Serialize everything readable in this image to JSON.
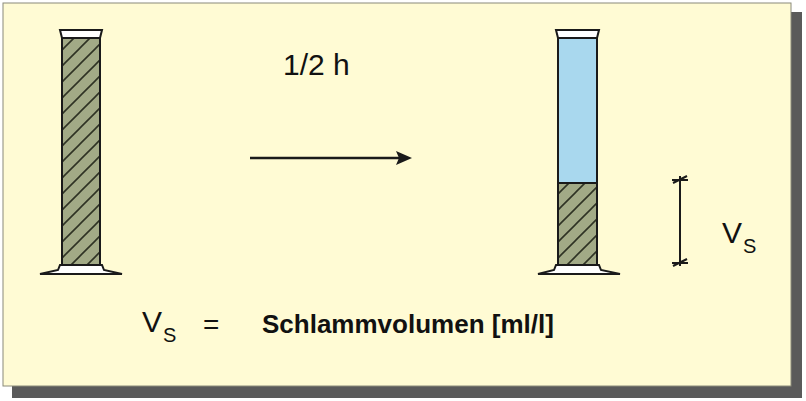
{
  "diagram": {
    "labels": [
      "1/2 h",
      "V",
      "S",
      "V",
      "S",
      "=",
      "Schlammvolumen [ml/l]"
    ]
  }
}
